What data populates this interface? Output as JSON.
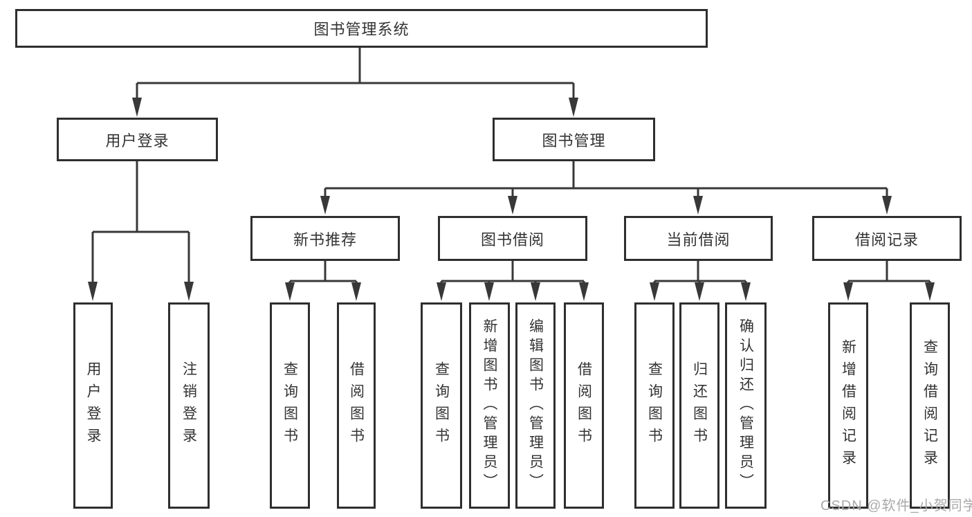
{
  "tree": {
    "root": {
      "label": "图书管理系统"
    },
    "children": [
      {
        "label": "用户登录",
        "children": [
          {
            "label": "用户登录"
          },
          {
            "label": "注销登录"
          }
        ]
      },
      {
        "label": "图书管理",
        "children": [
          {
            "label": "新书推荐",
            "children": [
              {
                "label": "查询图书"
              },
              {
                "label": "借阅图书"
              }
            ]
          },
          {
            "label": "图书借阅",
            "children": [
              {
                "label": "查询图书"
              },
              {
                "label": "新增图书（管理员）"
              },
              {
                "label": "编辑图书（管理员）"
              },
              {
                "label": "借阅图书"
              }
            ]
          },
          {
            "label": "当前借阅",
            "children": [
              {
                "label": "查询图书"
              },
              {
                "label": "归还图书"
              },
              {
                "label": "确认归还（管理员）"
              }
            ]
          },
          {
            "label": "借阅记录",
            "children": [
              {
                "label": "新增借阅记录"
              },
              {
                "label": "查询借阅记录"
              }
            ]
          }
        ]
      }
    ]
  },
  "watermark": "CSDN @软件_小贺同学",
  "colors": {
    "line": "#383838",
    "border": "#2e2e2e",
    "text": "#333333",
    "watermark": "#a9a9a9"
  }
}
